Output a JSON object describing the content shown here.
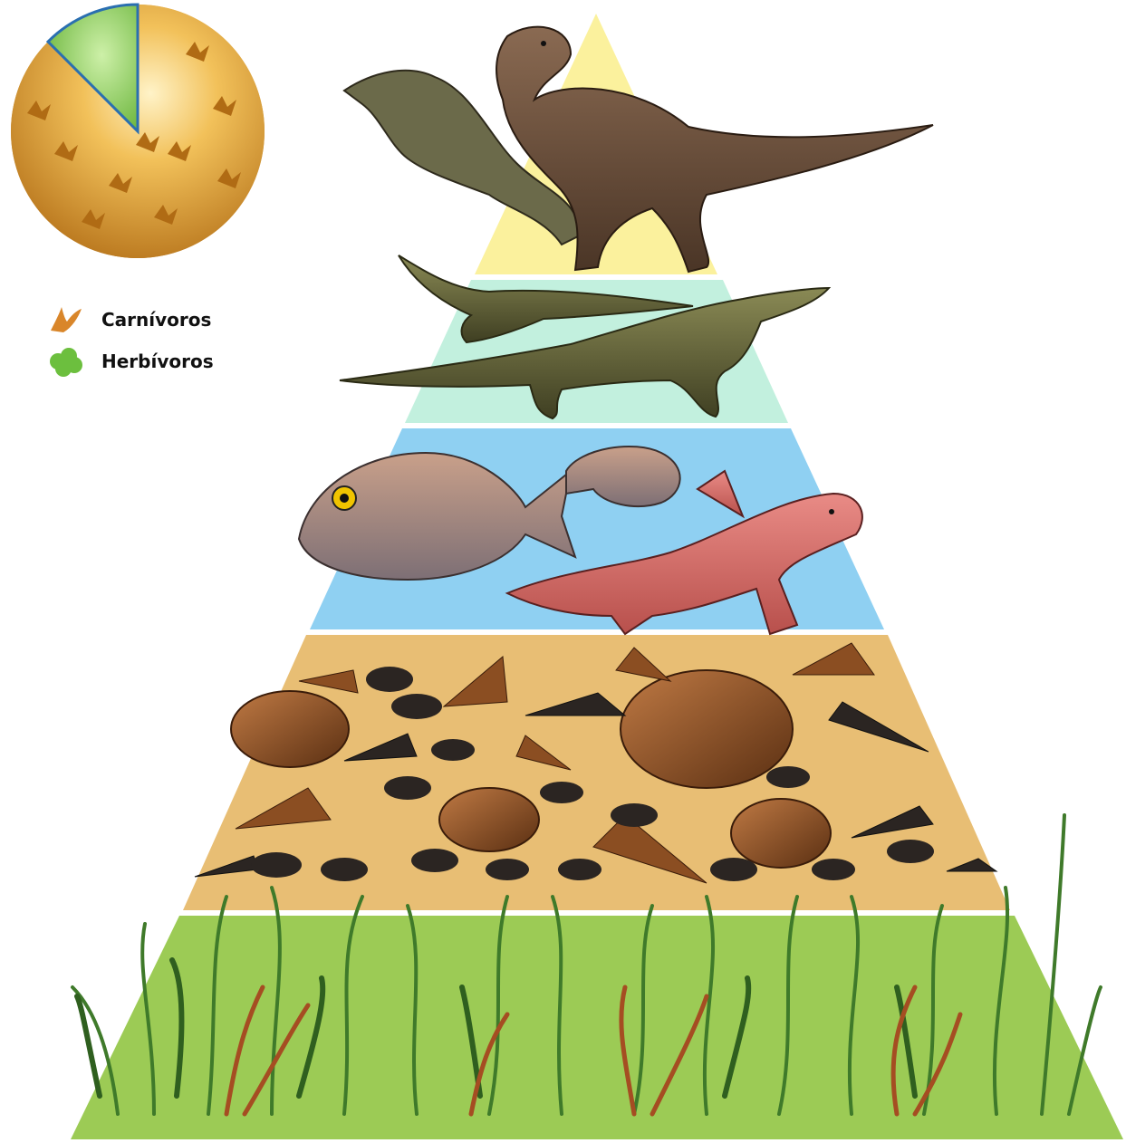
{
  "legend": {
    "items": [
      {
        "label": "Carnívoros",
        "icon": "claw-footprint-icon",
        "color": "#d9862a"
      },
      {
        "label": "Herbívoros",
        "icon": "leaf-footprint-icon",
        "color": "#6cbf3e"
      }
    ]
  },
  "pie": {
    "slices": [
      {
        "name": "Carnívoros",
        "fraction": 0.875,
        "color": "#e8a63a"
      },
      {
        "name": "Herbívoros",
        "fraction": 0.125,
        "color": "#8fd15c"
      }
    ]
  },
  "pyramid": {
    "levels": [
      {
        "id": "top-predators",
        "color": "#fbf19d",
        "content": "dinosaurs"
      },
      {
        "id": "crocodilians",
        "color": "#c2f0de",
        "content": "crocodiles"
      },
      {
        "id": "fishes",
        "color": "#8fd0f2",
        "content": "fish-and-shark"
      },
      {
        "id": "mollusks",
        "color": "#e8be74",
        "content": "snails-and-clams"
      },
      {
        "id": "producers",
        "color": "#9ccb55",
        "content": "aquatic-plants"
      }
    ]
  }
}
